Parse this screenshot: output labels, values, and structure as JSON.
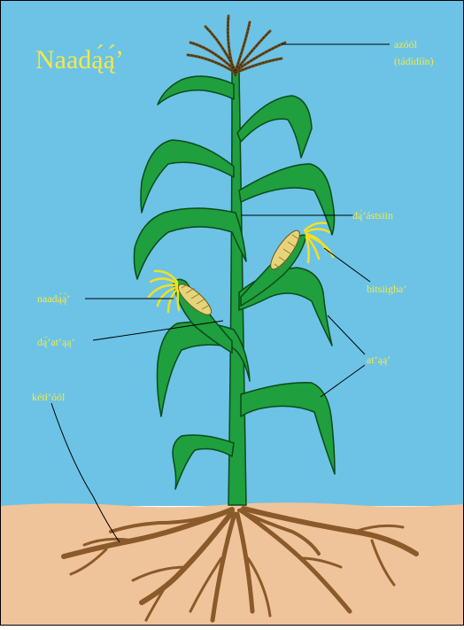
{
  "title": "Naadą́ą́’",
  "labels": {
    "tassel_line1": "azóól",
    "tassel_line2": "(tádídíín)",
    "stalk": "dą́’ástsiin",
    "silk": "bitsiigha’",
    "ear": "naadą́ą́’",
    "husk": "dą́’at’ąą’",
    "leaves": "at’ąą’",
    "roots": "kétł’óól"
  },
  "colors": {
    "sky": "#6cc3e6",
    "soil": "#f0c49a",
    "plant": "#1f9f3e",
    "plant_outline": "#0b4a18",
    "roots": "#8b5a2b",
    "silk": "#f2e020",
    "kernels": "#e7d37a",
    "text": "#f3e84a"
  }
}
